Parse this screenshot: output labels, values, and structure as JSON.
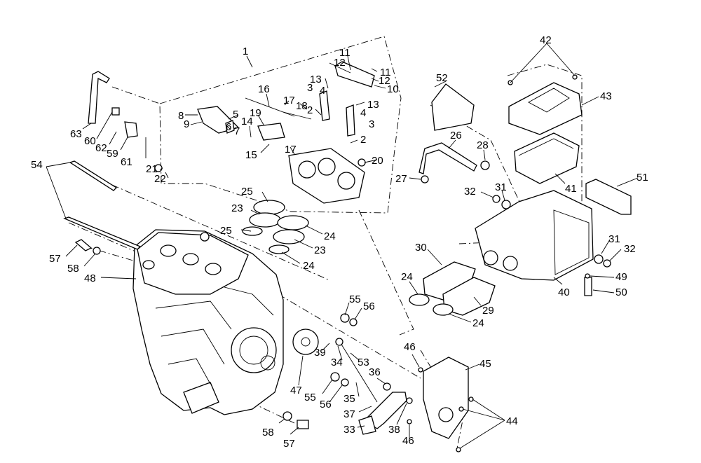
{
  "title": "",
  "callouts": [
    {
      "id": "c1",
      "text": "1"
    },
    {
      "id": "c2a",
      "text": "2"
    },
    {
      "id": "c2b",
      "text": "2"
    },
    {
      "id": "c3a",
      "text": "3"
    },
    {
      "id": "c3b",
      "text": "3"
    },
    {
      "id": "c4a",
      "text": "4"
    },
    {
      "id": "c4b",
      "text": "4"
    },
    {
      "id": "c5",
      "text": "5"
    },
    {
      "id": "c6",
      "text": "6"
    },
    {
      "id": "c7",
      "text": "7"
    },
    {
      "id": "c8",
      "text": "8"
    },
    {
      "id": "c9",
      "text": "9"
    },
    {
      "id": "c10",
      "text": "10"
    },
    {
      "id": "c11a",
      "text": "11"
    },
    {
      "id": "c11b",
      "text": "11"
    },
    {
      "id": "c12a",
      "text": "12"
    },
    {
      "id": "c12b",
      "text": "12"
    },
    {
      "id": "c13a",
      "text": "13"
    },
    {
      "id": "c13b",
      "text": "13"
    },
    {
      "id": "c14",
      "text": "14"
    },
    {
      "id": "c15",
      "text": "15"
    },
    {
      "id": "c16",
      "text": "16"
    },
    {
      "id": "c17a",
      "text": "17"
    },
    {
      "id": "c17b",
      "text": "17"
    },
    {
      "id": "c18",
      "text": "18"
    },
    {
      "id": "c19",
      "text": "19"
    },
    {
      "id": "c20",
      "text": "20"
    },
    {
      "id": "c21",
      "text": "21"
    },
    {
      "id": "c22",
      "text": "22"
    },
    {
      "id": "c23a",
      "text": "23"
    },
    {
      "id": "c23b",
      "text": "23"
    },
    {
      "id": "c24a",
      "text": "24"
    },
    {
      "id": "c24b",
      "text": "24"
    },
    {
      "id": "c24c",
      "text": "24"
    },
    {
      "id": "c24d",
      "text": "24"
    },
    {
      "id": "c25a",
      "text": "25"
    },
    {
      "id": "c25b",
      "text": "25"
    },
    {
      "id": "c26",
      "text": "26"
    },
    {
      "id": "c27",
      "text": "27"
    },
    {
      "id": "c28",
      "text": "28"
    },
    {
      "id": "c29",
      "text": "29"
    },
    {
      "id": "c30",
      "text": "30"
    },
    {
      "id": "c31a",
      "text": "31"
    },
    {
      "id": "c31b",
      "text": "31"
    },
    {
      "id": "c32a",
      "text": "32"
    },
    {
      "id": "c32b",
      "text": "32"
    },
    {
      "id": "c33",
      "text": "33"
    },
    {
      "id": "c34",
      "text": "34"
    },
    {
      "id": "c35",
      "text": "35"
    },
    {
      "id": "c36",
      "text": "36"
    },
    {
      "id": "c37",
      "text": "37"
    },
    {
      "id": "c38",
      "text": "38"
    },
    {
      "id": "c39",
      "text": "39"
    },
    {
      "id": "c40",
      "text": "40"
    },
    {
      "id": "c41",
      "text": "41"
    },
    {
      "id": "c42",
      "text": "42"
    },
    {
      "id": "c43",
      "text": "43"
    },
    {
      "id": "c44",
      "text": "44"
    },
    {
      "id": "c45",
      "text": "45"
    },
    {
      "id": "c46a",
      "text": "46"
    },
    {
      "id": "c46b",
      "text": "46"
    },
    {
      "id": "c47",
      "text": "47"
    },
    {
      "id": "c48",
      "text": "48"
    },
    {
      "id": "c49",
      "text": "49"
    },
    {
      "id": "c50",
      "text": "50"
    },
    {
      "id": "c51",
      "text": "51"
    },
    {
      "id": "c52",
      "text": "52"
    },
    {
      "id": "c53",
      "text": "53"
    },
    {
      "id": "c54",
      "text": "54"
    },
    {
      "id": "c55a",
      "text": "55"
    },
    {
      "id": "c55b",
      "text": "55"
    },
    {
      "id": "c56a",
      "text": "56"
    },
    {
      "id": "c56b",
      "text": "56"
    },
    {
      "id": "c57a",
      "text": "57"
    },
    {
      "id": "c57b",
      "text": "57"
    },
    {
      "id": "c58a",
      "text": "58"
    },
    {
      "id": "c58b",
      "text": "58"
    },
    {
      "id": "c59",
      "text": "59"
    },
    {
      "id": "c60",
      "text": "60"
    },
    {
      "id": "c61",
      "text": "61"
    },
    {
      "id": "c62",
      "text": "62"
    },
    {
      "id": "c63",
      "text": "63"
    }
  ]
}
